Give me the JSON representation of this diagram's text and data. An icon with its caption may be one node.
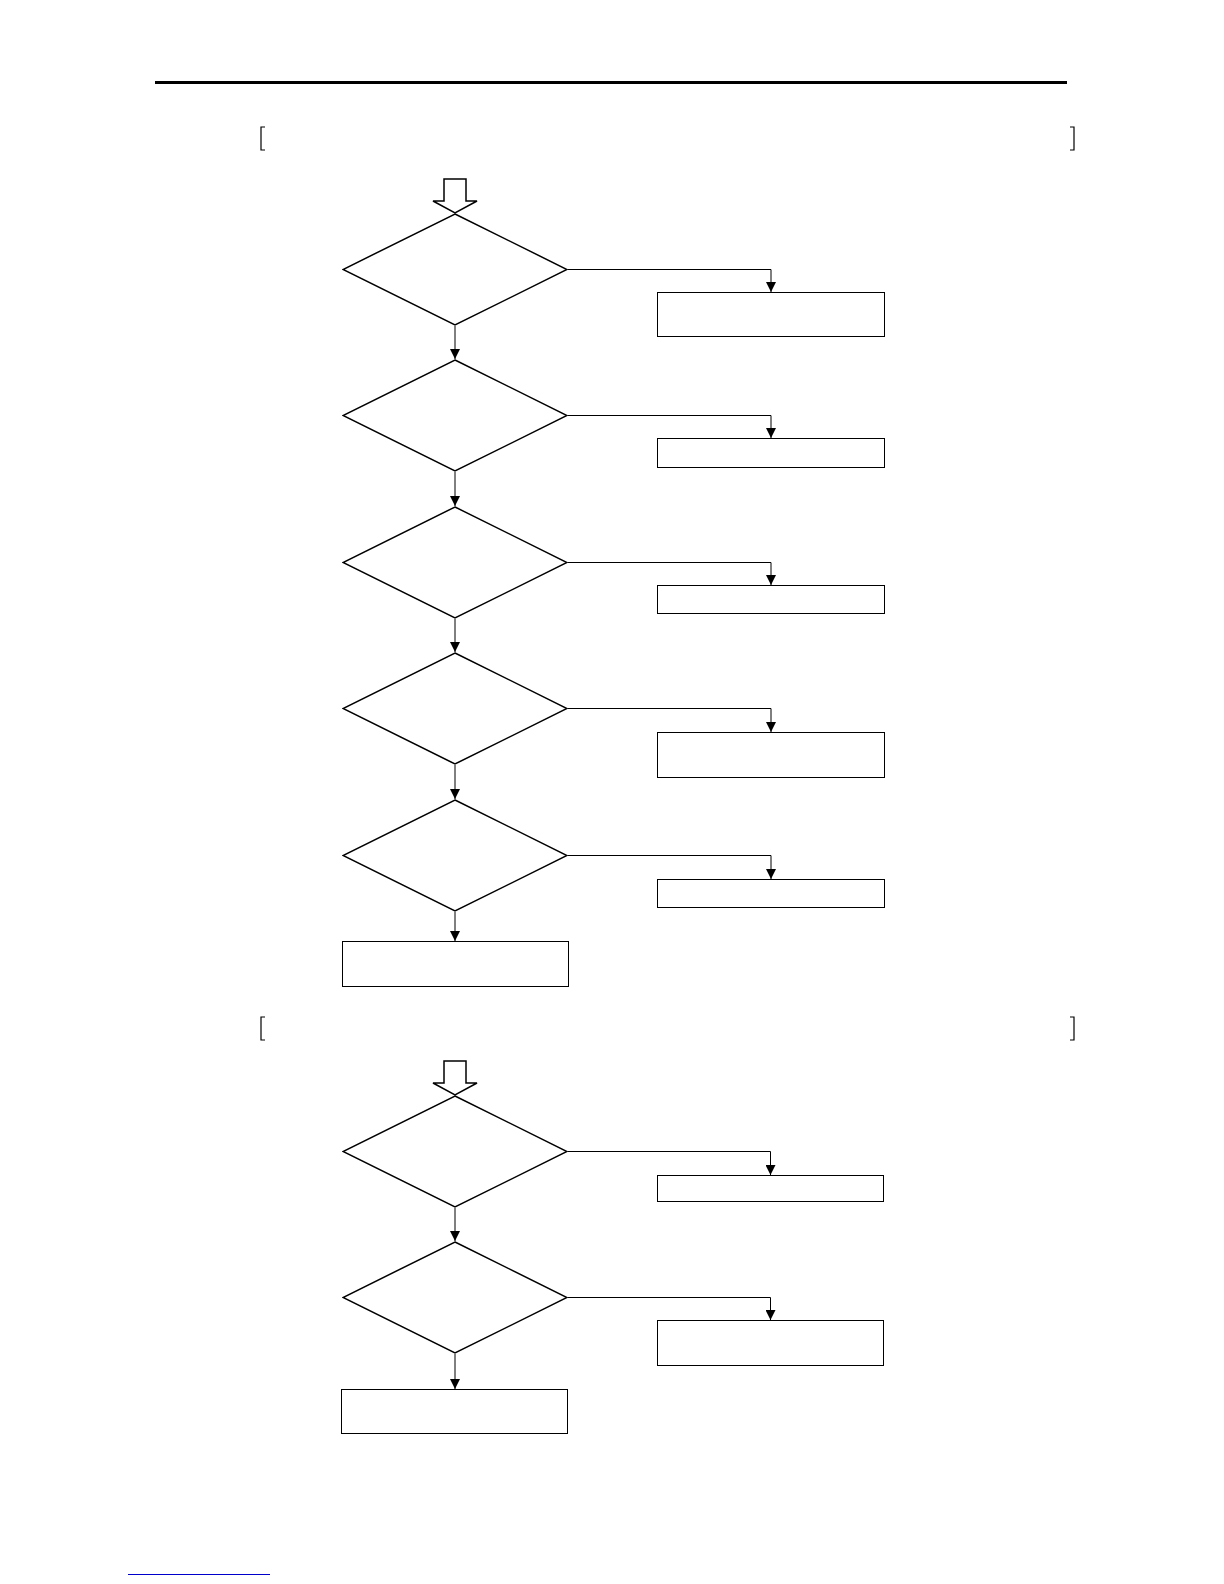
{
  "diagram": {
    "nodes": [
      {
        "text": [],
        "shape": "diamond"
      },
      {
        "text": [],
        "shape": "box"
      },
      {
        "text": [],
        "shape": "diamond"
      },
      {
        "text": [],
        "shape": "box"
      },
      {
        "text": [],
        "shape": "diamond"
      },
      {
        "text": [],
        "shape": "box"
      },
      {
        "text": [],
        "shape": "diamond"
      },
      {
        "text": [],
        "shape": "box"
      },
      {
        "text": [],
        "shape": "diamond"
      },
      {
        "text": [],
        "shape": "box"
      },
      {
        "text": [],
        "shape": "box"
      },
      {
        "text": [],
        "shape": "diamond"
      },
      {
        "text": [],
        "shape": "box"
      },
      {
        "text": [],
        "shape": "diamond"
      },
      {
        "text": [],
        "shape": "box"
      },
      {
        "text": [],
        "shape": "box"
      }
    ],
    "edges": [
      {
        "from": null,
        "to": 0,
        "arrow": "to"
      },
      {
        "from": 0,
        "to": 1,
        "arrow": "to"
      },
      {
        "from": 0,
        "to": 2,
        "arrow": "to"
      },
      {
        "from": 2,
        "to": 3,
        "arrow": "to"
      },
      {
        "from": 2,
        "to": 4,
        "arrow": "to"
      },
      {
        "from": 4,
        "to": 5,
        "arrow": "to"
      },
      {
        "from": 4,
        "to": 6,
        "arrow": "to"
      },
      {
        "from": 6,
        "to": 7,
        "arrow": "to"
      },
      {
        "from": 6,
        "to": 8,
        "arrow": "to"
      },
      {
        "from": 8,
        "to": 9,
        "arrow": "to"
      },
      {
        "from": 8,
        "to": 10,
        "arrow": "to"
      },
      {
        "from": null,
        "to": 11,
        "arrow": "to"
      },
      {
        "from": 11,
        "to": 12,
        "arrow": "to"
      },
      {
        "from": 11,
        "to": 13,
        "arrow": "to"
      },
      {
        "from": 13,
        "to": 14,
        "arrow": "to"
      },
      {
        "from": 13,
        "to": 15,
        "arrow": "to"
      }
    ]
  }
}
